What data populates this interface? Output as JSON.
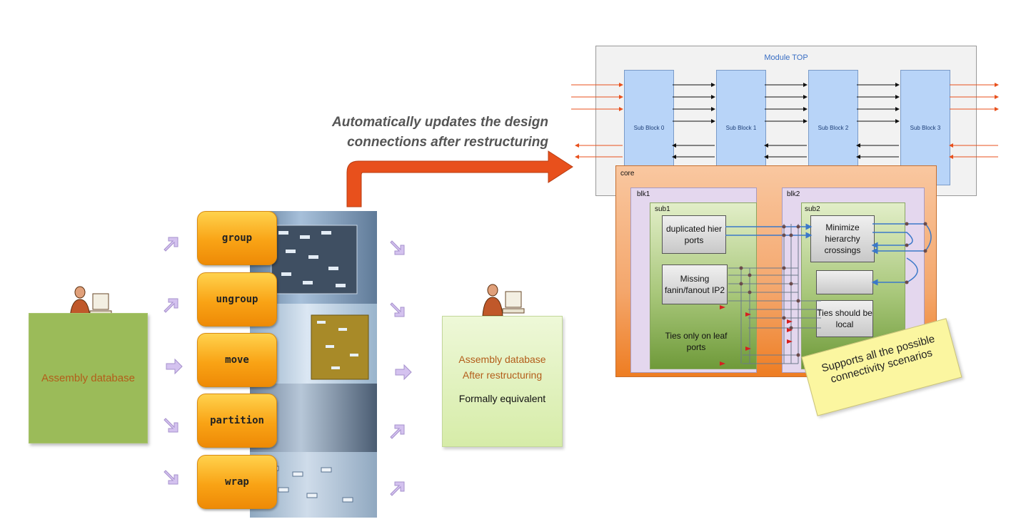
{
  "tagline": {
    "line1": "Automatically updates the design",
    "line2": "connections after restructuring"
  },
  "left_db": {
    "label": "Assembly database"
  },
  "operations": [
    "group",
    "ungroup",
    "move",
    "partition",
    "wrap"
  ],
  "right_db": {
    "line1": "Assembly database",
    "line2": "After restructuring",
    "line3": "Formally equivalent"
  },
  "module_top": {
    "title": "Module TOP",
    "sub_blocks": [
      "Sub Block 0",
      "Sub Block 1",
      "Sub Block 2",
      "Sub Block 3"
    ]
  },
  "core": {
    "label": "core",
    "blk1": "blk1",
    "blk2": "blk2",
    "sub1": "sub1",
    "sub2": "sub2",
    "dup_ports": "duplicated hier ports",
    "missing": "Missing fanin/fanout IP2",
    "ties_leaf": "Ties only on leaf ports",
    "minimize": "Minimize hierarchy crossings",
    "ties_local": "Ties should be local"
  },
  "note": {
    "text": "Supports all the possible connectivity scenarios"
  },
  "colors": {
    "orange_arrow": "#e8501c",
    "op_button": "#f9a315",
    "db_green": "#9bbb59",
    "sub_block": "#b8d4f8"
  }
}
